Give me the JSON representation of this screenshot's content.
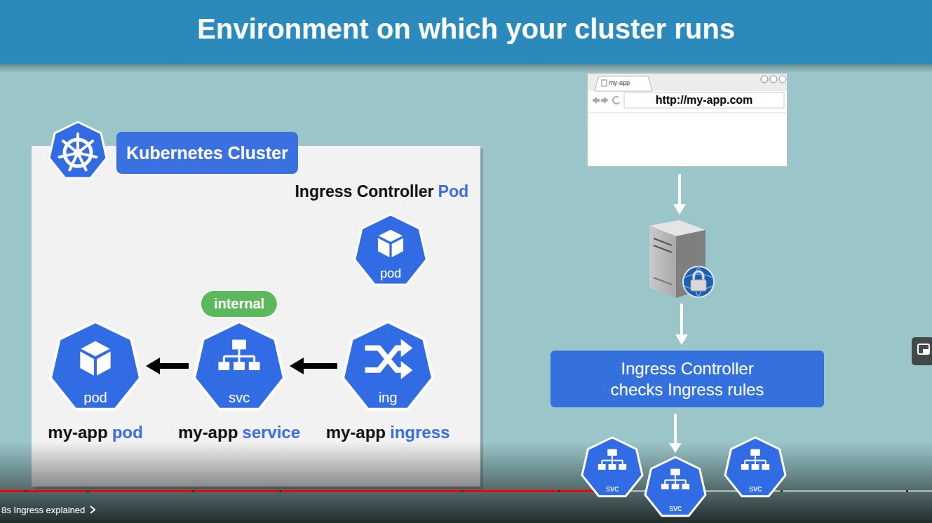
{
  "diagram": {
    "title": "Environment on which your cluster runs",
    "nodes": [
      {
        "text": [
          "Kubernetes Cluster"
        ]
      },
      {
        "text": [
          "Ingress Controller",
          "Pod",
          "pod"
        ],
        "in": 0
      },
      {
        "text": [
          "internal"
        ],
        "in": 0
      },
      {
        "text": [
          "pod",
          "my-app",
          "pod"
        ],
        "in": 0
      },
      {
        "text": [
          "svc",
          "my-app",
          "service"
        ],
        "in": 0
      },
      {
        "text": [
          "ing",
          "my-app",
          "ingress"
        ],
        "in": 0
      },
      {
        "text": [
          "my-app",
          "http://my-app.com"
        ]
      },
      {
        "text": [
          "Ingress Controller checks Ingress rules"
        ]
      },
      {
        "text": [
          "svc"
        ]
      },
      {
        "text": [
          "svc"
        ]
      },
      {
        "text": [
          "svc"
        ]
      }
    ],
    "edges": [
      {
        "from": 5,
        "to": 4,
        "arrow": "to"
      },
      {
        "from": 4,
        "to": 3,
        "arrow": "to"
      },
      {
        "from": 7,
        "to": 9,
        "arrow": "to"
      }
    ],
    "labels": [
      "8s Ingress explained"
    ]
  }
}
